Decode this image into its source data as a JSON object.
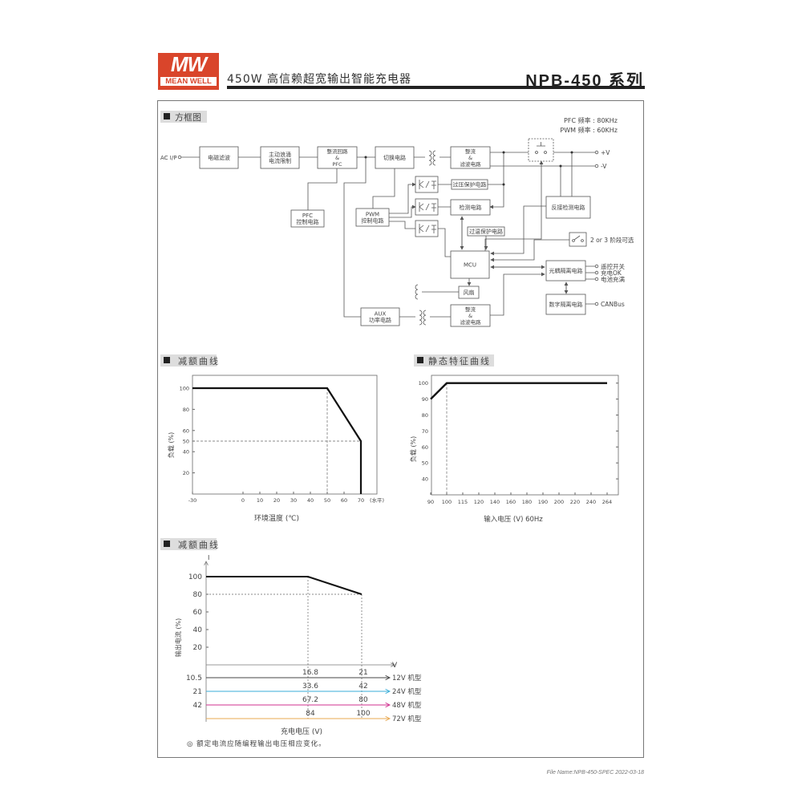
{
  "header": {
    "brand_logo_text": "MW",
    "brand_name": "MEAN WELL",
    "subtitle": "450W 高信赖超宽输出智能充电器",
    "series": "NPB-450 系列"
  },
  "block_diagram": {
    "section_title": "方框图",
    "pfc_freq": "PFC 频率 : 80KHz",
    "pwm_freq": "PWM 频率 : 60KHz",
    "input": "AC I/P",
    "blocks": {
      "emi": [
        "电磁滤波"
      ],
      "inrush": [
        "主动浪涌",
        "电流限制"
      ],
      "pfc": [
        "整流回路",
        "&",
        "PFC"
      ],
      "switching": [
        "切换电路"
      ],
      "rect_main": [
        "整流",
        "&",
        "滤波电路"
      ],
      "pfc_ctrl": [
        "PFC",
        "控制电路"
      ],
      "pwm_ctrl": [
        "PWM",
        "控制电路"
      ],
      "ovp": [
        "过压保护电路"
      ],
      "detect": [
        "检测电路"
      ],
      "otp": [
        "过温保护电路"
      ],
      "mcu": [
        "MCU"
      ],
      "fan": [
        "风扇"
      ],
      "aux": [
        "AUX",
        "功率电路"
      ],
      "rect_aux": [
        "整流",
        "&",
        "滤波电路"
      ],
      "reverse": [
        "反接检测电路"
      ],
      "opto_iso": [
        "光耦隔离电路"
      ],
      "digital_iso": [
        "数字隔离电路"
      ]
    },
    "stage_select": "2 or 3 阶段可选",
    "outputs": {
      "pos": "+V",
      "neg": "-V",
      "remote": "遥控开关",
      "charge_ok": "充电OK",
      "full": "电池充满",
      "canbus": "CANBus"
    }
  },
  "derating_temp": {
    "section_title": "减额曲线"
  },
  "static_curve": {
    "section_title": "静态特征曲线"
  },
  "derating_voltage": {
    "section_title": "减额曲线",
    "note": "◎ 额定电流应随编程输出电压相应变化。"
  },
  "chart_data": [
    {
      "type": "line",
      "xlabel": "环境温度 (℃)",
      "x_unit_note": "(水平)",
      "ylabel": "负载 (%)",
      "x_ticks": [
        "-30",
        "0",
        "10",
        "20",
        "30",
        "40",
        "50",
        "60",
        "70"
      ],
      "x_tick_values": [
        -30,
        0,
        10,
        20,
        30,
        40,
        50,
        60,
        70
      ],
      "y_ticks": [
        "100",
        "80",
        "60",
        "50",
        "40",
        "20"
      ],
      "y_tick_values": [
        100,
        80,
        60,
        50,
        40,
        20
      ],
      "xlim": [
        -30,
        79
      ],
      "ylim": [
        0,
        112
      ],
      "series": [
        {
          "x": [
            -30,
            50,
            70,
            70
          ],
          "y": [
            100,
            100,
            50,
            0
          ]
        }
      ],
      "reference_lines": {
        "x": [
          50
        ],
        "y": [
          50
        ]
      }
    },
    {
      "type": "line",
      "xlabel": "输入电压 (V) 60Hz",
      "ylabel": "负载 (%)",
      "x_ticks": [
        "90",
        "100",
        "115",
        "120",
        "140",
        "160",
        "180",
        "190",
        "200",
        "220",
        "240",
        "264"
      ],
      "y_ticks": [
        "100",
        "90",
        "80",
        "70",
        "60",
        "50",
        "40"
      ],
      "y_tick_values": [
        100,
        90,
        80,
        70,
        60,
        50,
        40
      ],
      "ylim": [
        30,
        105
      ],
      "series": [
        {
          "x": [
            90,
            100,
            264
          ],
          "y": [
            90,
            100,
            100
          ]
        }
      ],
      "reference_lines": {
        "x": [
          100
        ]
      }
    },
    {
      "type": "line",
      "xlabel": "充电电压 (V)",
      "ylabel": "输出电流 (%)",
      "y_axis_symbol": "I",
      "x_axis_symbol": "V",
      "y_ticks": [
        "100",
        "80",
        "60",
        "40",
        "20"
      ],
      "y_tick_values": [
        100,
        80,
        60,
        40,
        20
      ],
      "ylim": [
        0,
        115
      ],
      "series": [
        {
          "x": [
            "start",
            "16.8",
            "21"
          ],
          "y": [
            100,
            100,
            80
          ]
        }
      ],
      "models": [
        {
          "name": "12V 机型",
          "start": "10.5",
          "knee": "16.8",
          "end": "21",
          "color": "#444444"
        },
        {
          "name": "24V 机型",
          "start": "21",
          "knee": "33.6",
          "end": "42",
          "color": "#3aaed8"
        },
        {
          "name": "48V 机型",
          "start": "42",
          "knee": "67.2",
          "end": "80",
          "color": "#d0308f"
        },
        {
          "name": "72V 机型",
          "start": "",
          "knee": "84",
          "end": "100",
          "color": "#e8a850"
        }
      ]
    }
  ],
  "footer": {
    "file_name": "File Name:NPB-450-SPEC   2022-03-18"
  }
}
